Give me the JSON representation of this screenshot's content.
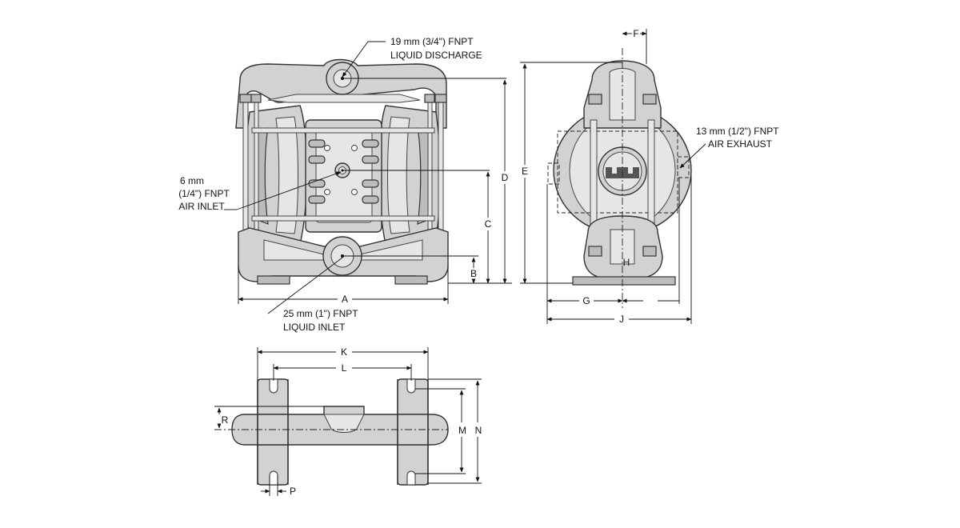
{
  "callouts": {
    "liquid_discharge": [
      "19 mm (3/4\") FNPT",
      "LIQUID DISCHARGE"
    ],
    "air_inlet": [
      "6 mm",
      "(1/4\") FNPT",
      "AIR INLET"
    ],
    "liquid_inlet": [
      "25 mm (1\") FNPT",
      "LIQUID INLET"
    ],
    "air_exhaust": [
      "13 mm (1/2\") FNPT",
      "AIR EXHAUST"
    ]
  },
  "dimensions": {
    "A": "A",
    "B": "B",
    "C": "C",
    "D": "D",
    "E": "E",
    "F": "F",
    "G": "G",
    "H": "H",
    "J": "J",
    "K": "K",
    "L": "L",
    "M": "M",
    "N": "N",
    "P": "P",
    "R": "R"
  }
}
